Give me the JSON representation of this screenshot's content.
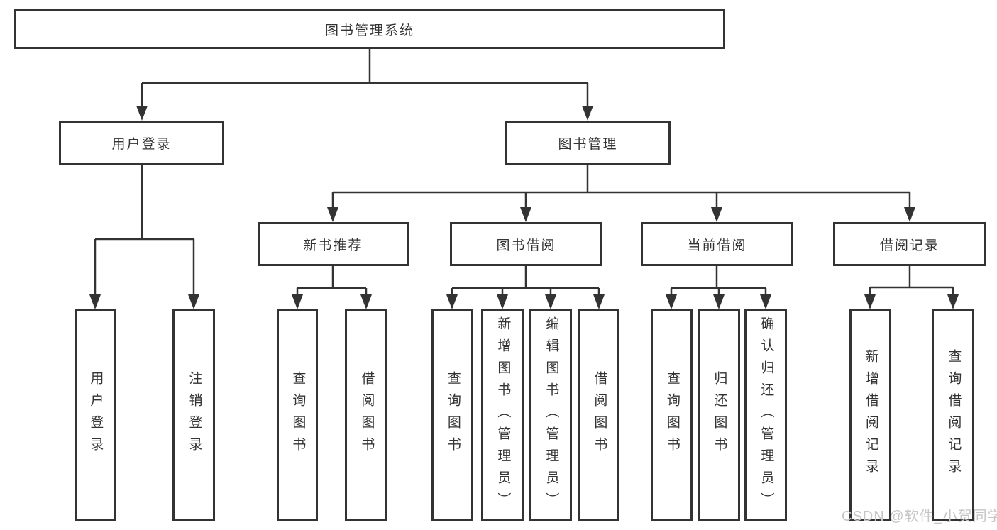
{
  "tree": {
    "label": "图书管理系统",
    "children": [
      {
        "label": "用户登录",
        "children": [
          {
            "label": "用户登录"
          },
          {
            "label": "注销登录"
          }
        ]
      },
      {
        "label": "图书管理",
        "children": [
          {
            "label": "新书推荐",
            "children": [
              {
                "label": "查询图书"
              },
              {
                "label": "借阅图书"
              }
            ]
          },
          {
            "label": "图书借阅",
            "children": [
              {
                "label": "查询图书"
              },
              {
                "label": "新增图书（管理员）"
              },
              {
                "label": "编辑图书（管理员）"
              },
              {
                "label": "借阅图书"
              }
            ]
          },
          {
            "label": "当前借阅",
            "children": [
              {
                "label": "查询图书"
              },
              {
                "label": "归还图书"
              },
              {
                "label": "确认归还（管理员）"
              }
            ]
          },
          {
            "label": "借阅记录",
            "children": [
              {
                "label": "新增借阅记录"
              },
              {
                "label": "查询借阅记录"
              }
            ]
          }
        ]
      }
    ]
  },
  "watermark": "CSDN @软件_小贺同学",
  "colors": {
    "line": "#333333",
    "text": "#333333",
    "watermark": "#c6c6c6",
    "background": "#ffffff"
  }
}
